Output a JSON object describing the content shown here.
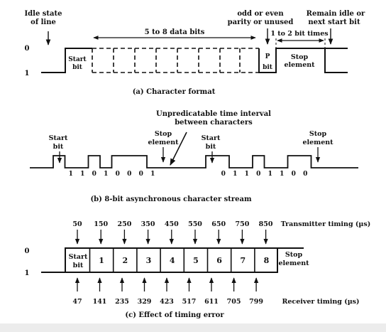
{
  "colors": {
    "line": "#111111",
    "background": "#ffffff",
    "band": "#ececec"
  },
  "panel_a": {
    "level_0": "0",
    "level_1": "1",
    "idle_label": [
      "Idle state",
      "of line"
    ],
    "data_bits_label": "5 to 8 data bits",
    "parity_label": [
      "odd or even",
      "parity or unused"
    ],
    "remain_idle_label": [
      "Remain idle or",
      "next start bit"
    ],
    "stop_times_label": "1 to 2 bit times",
    "start_bit_label": [
      "Start",
      "bit"
    ],
    "parity_bit_label": [
      "P",
      "bit"
    ],
    "stop_element_label": [
      "Stop",
      "element"
    ],
    "caption": "(a) Character format"
  },
  "panel_b": {
    "interval_label": [
      "Unpredicatable time interval",
      "between characters"
    ],
    "start_bit_label": [
      "Start",
      "bit"
    ],
    "stop_element_label": [
      "Stop",
      "element"
    ],
    "bits_char1": [
      "1",
      "1",
      "0",
      "1",
      "0",
      "0",
      "0",
      "1"
    ],
    "bits_char2": [
      "0",
      "1",
      "1",
      "0",
      "1",
      "1",
      "0",
      "0"
    ],
    "caption": "(b) 8-bit asynchronous character stream"
  },
  "panel_c": {
    "level_0": "0",
    "level_1": "1",
    "transmitter_times": [
      "50",
      "150",
      "250",
      "350",
      "450",
      "550",
      "650",
      "750",
      "850"
    ],
    "receiver_times": [
      "47",
      "141",
      "235",
      "329",
      "423",
      "517",
      "611",
      "705",
      "799"
    ],
    "transmitter_label": "Transmitter timing (µs)",
    "receiver_label": "Receiver timing (µs)",
    "start_bit_label": [
      "Start",
      "bit"
    ],
    "bit_numbers": [
      "1",
      "2",
      "3",
      "4",
      "5",
      "6",
      "7",
      "8"
    ],
    "stop_element_label": [
      "Stop",
      "element"
    ],
    "caption": "(c) Effect of timing error"
  }
}
